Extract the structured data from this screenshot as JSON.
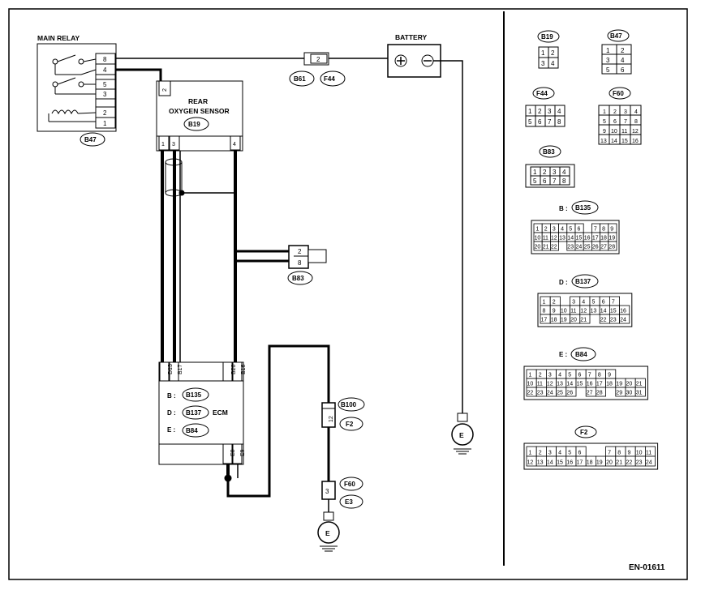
{
  "components": {
    "main_relay": {
      "title": "MAIN RELAY",
      "pins": [
        "8",
        "4",
        "5",
        "3",
        "2",
        "1"
      ],
      "connector": "B47"
    },
    "battery": {
      "title": "BATTERY",
      "fuse_pin": "2",
      "connectors": [
        "B61",
        "F44"
      ]
    },
    "sensor": {
      "title_line1": "REAR",
      "title_line2": "OXYGEN SENSOR",
      "connector": "B19",
      "pins": [
        "2",
        "1",
        "3",
        "4"
      ]
    },
    "junction": {
      "pins": [
        "2",
        "8"
      ],
      "connector": "B83"
    },
    "ecm": {
      "title": "ECM",
      "top_pins": [
        "D13",
        "B17",
        "B26",
        "B16"
      ],
      "bottom_pins": [
        "E8",
        "E9"
      ],
      "rows": [
        {
          "prefix": "B :",
          "connector": "B135"
        },
        {
          "prefix": "D :",
          "connector": "B137"
        },
        {
          "prefix": "E :",
          "connector": "B84"
        }
      ]
    },
    "inline_upper": {
      "pin": "12",
      "connectors": [
        "B100",
        "F2"
      ]
    },
    "inline_lower": {
      "pin": "3",
      "connectors": [
        "F60",
        "E3"
      ]
    },
    "ground_symbol": "E"
  },
  "legend": {
    "b19": {
      "name": "B19",
      "cells": [
        "1",
        "2",
        "3",
        "4"
      ]
    },
    "b47": {
      "name": "B47",
      "cells": [
        "1",
        "2",
        "3",
        "4",
        "5",
        "6"
      ]
    },
    "f44": {
      "name": "F44",
      "cells": [
        "1",
        "2",
        "3",
        "4",
        "5",
        "6",
        "7",
        "8"
      ]
    },
    "f60": {
      "name": "F60",
      "cells": [
        "1",
        "2",
        "3",
        "4",
        "5",
        "6",
        "7",
        "8",
        "9",
        "10",
        "11",
        "12",
        "13",
        "14",
        "15",
        "16"
      ]
    },
    "b83": {
      "name": "B83",
      "cells": [
        "1",
        "2",
        "3",
        "4",
        "5",
        "6",
        "7",
        "8"
      ]
    },
    "b135": {
      "prefix": "B :",
      "name": "B135",
      "rows": [
        [
          "1",
          "2",
          "3",
          "4",
          "5",
          "6",
          "",
          "7",
          "8",
          "9"
        ],
        [
          "10",
          "11",
          "12",
          "13",
          "14",
          "15",
          "16",
          "17",
          "18",
          "19"
        ],
        [
          "20",
          "21",
          "22",
          "",
          "23",
          "24",
          "25",
          "26",
          "27",
          "28"
        ]
      ]
    },
    "b137": {
      "prefix": "D :",
      "name": "B137",
      "rows": [
        [
          "1",
          "2",
          "",
          "3",
          "4",
          "5",
          "6",
          "7"
        ],
        [
          "8",
          "9",
          "10",
          "11",
          "12",
          "13",
          "14",
          "15",
          "16"
        ],
        [
          "17",
          "18",
          "19",
          "20",
          "21",
          "",
          "22",
          "23",
          "24"
        ]
      ]
    },
    "b84": {
      "prefix": "E :",
      "name": "B84",
      "rows": [
        [
          "1",
          "2",
          "3",
          "4",
          "5",
          "6",
          "7",
          "8",
          "9"
        ],
        [
          "10",
          "11",
          "12",
          "13",
          "14",
          "15",
          "16",
          "17",
          "18",
          "19",
          "20",
          "21"
        ],
        [
          "22",
          "23",
          "24",
          "25",
          "26",
          "",
          "27",
          "28",
          "",
          "29",
          "30",
          "31"
        ]
      ]
    },
    "f2": {
      "name": "F2",
      "rows": [
        [
          "1",
          "2",
          "3",
          "4",
          "5",
          "6",
          "",
          "",
          "7",
          "8",
          "9",
          "10",
          "11"
        ],
        [
          "12",
          "13",
          "14",
          "15",
          "16",
          "17",
          "18",
          "19",
          "20",
          "21",
          "22",
          "23",
          "24"
        ]
      ]
    }
  },
  "footer": {
    "code": "EN-01611"
  }
}
